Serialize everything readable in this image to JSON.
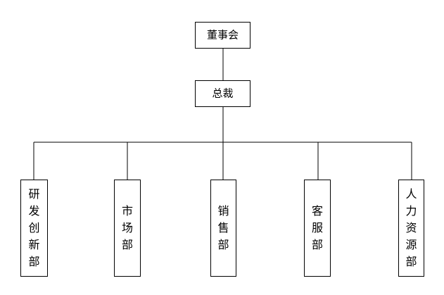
{
  "org_chart": {
    "board": {
      "label": "董事会"
    },
    "ceo": {
      "label": "总裁"
    },
    "departments": [
      {
        "label": "研发创新部"
      },
      {
        "label": "市场部"
      },
      {
        "label": "销售部"
      },
      {
        "label": "客服部"
      },
      {
        "label": "人力资源部"
      }
    ]
  },
  "colors": {
    "line": "#000000",
    "box_border": "#000000",
    "background": "#ffffff"
  }
}
